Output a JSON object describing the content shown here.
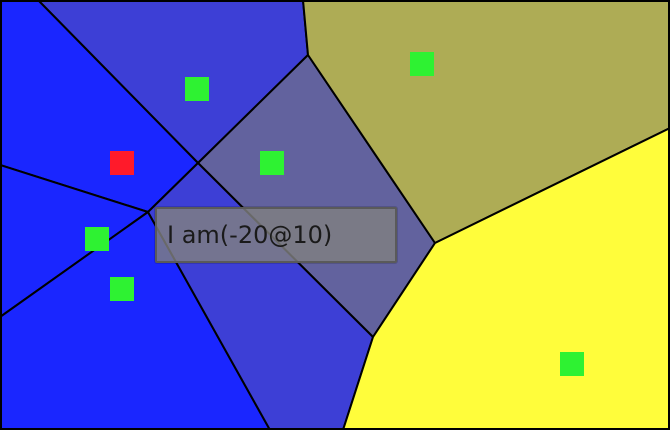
{
  "tooltip": {
    "text": "I am(-20@10)"
  },
  "colors": {
    "border": "#000000",
    "site_default": "#2ef232",
    "site_selected": "#ff1a2a",
    "cell_blue_bright": "#1a26ff",
    "cell_blue_mid": "#3d3fd6",
    "cell_blue_slate": "#62629e",
    "cell_olive": "#aeac55",
    "cell_yellow": "#fffd3b"
  },
  "regions": [
    {
      "name": "region-top-blue",
      "color_key": "cell_blue_mid"
    },
    {
      "name": "region-left-upper",
      "color_key": "cell_blue_bright"
    },
    {
      "name": "region-left-middle",
      "color_key": "cell_blue_bright"
    },
    {
      "name": "region-left-lower",
      "color_key": "cell_blue_bright"
    },
    {
      "name": "region-center-slate",
      "color_key": "cell_blue_slate"
    },
    {
      "name": "region-bottom-center",
      "color_key": "cell_blue_mid"
    },
    {
      "name": "region-olive",
      "color_key": "cell_olive"
    },
    {
      "name": "region-yellow",
      "color_key": "cell_yellow"
    }
  ],
  "sites": [
    {
      "name": "site-top-blue",
      "selected": false
    },
    {
      "name": "site-red-selected",
      "selected": true
    },
    {
      "name": "site-center",
      "selected": false
    },
    {
      "name": "site-olive",
      "selected": false
    },
    {
      "name": "site-left-middle",
      "selected": false
    },
    {
      "name": "site-left-lower",
      "selected": false
    },
    {
      "name": "site-yellow",
      "selected": false
    }
  ]
}
